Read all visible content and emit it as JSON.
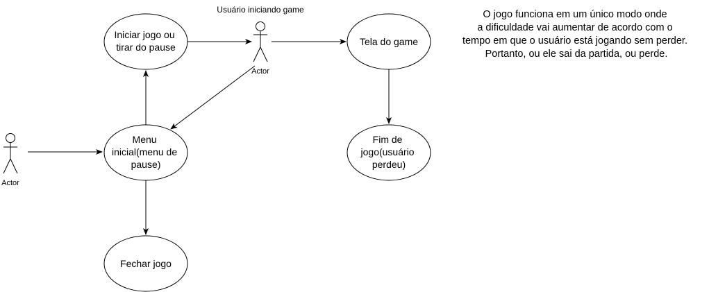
{
  "diagram": {
    "title": "Usuário iniciando game",
    "actors": {
      "left": "Actor",
      "top": "Actor"
    },
    "usecases": {
      "start": [
        "Iniciar jogo ou",
        "tirar do pause"
      ],
      "menu": [
        "Menu",
        "inicial(menu de",
        "pause)"
      ],
      "close": [
        "Fechar jogo"
      ],
      "game": [
        "Tela do game"
      ],
      "end": [
        "Fim de",
        "jogo(usuário",
        "perdeu)"
      ]
    },
    "note": [
      "O jogo funciona em um único modo onde",
      "a dificuldade vai aumentar de acordo com o",
      "tempo em que o usuário está jogando sem perder.",
      "Portanto, ou ele sai da partida, ou perde."
    ]
  },
  "colors": {
    "stroke": "#000000",
    "fill": "#ffffff",
    "text": "#000000"
  }
}
